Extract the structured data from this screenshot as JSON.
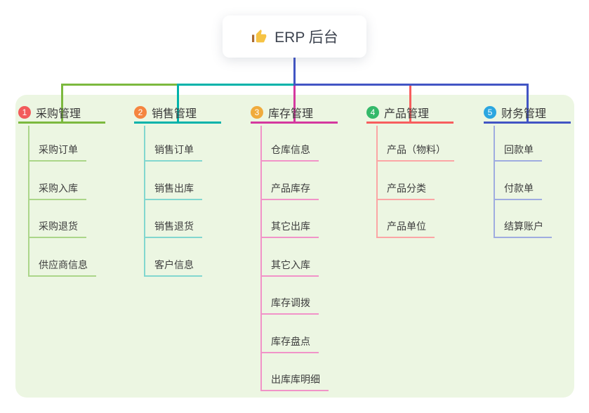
{
  "root": {
    "label": "ERP 后台",
    "icon": "thumbs-up-icon"
  },
  "colors": {
    "panel_background": "#ecf6e2",
    "root_connector": "#4255c4",
    "text": "#3a3a3a"
  },
  "branches": [
    {
      "badge": "1",
      "badge_color": "#f25b5b",
      "label": "采购管理",
      "line_color": "#7cb93e",
      "child_line_color": "#abd689",
      "children": [
        "采购订单",
        "采购入库",
        "采购退货",
        "供应商信息"
      ]
    },
    {
      "badge": "2",
      "badge_color": "#f58540",
      "label": "销售管理",
      "line_color": "#00b3aa",
      "child_line_color": "#82d7cf",
      "children": [
        "销售订单",
        "销售出库",
        "销售退货",
        "客户信息"
      ]
    },
    {
      "badge": "3",
      "badge_color": "#f0ab3c",
      "label": "库存管理",
      "line_color": "#d4399f",
      "child_line_color": "#f193c8",
      "children": [
        "仓库信息",
        "产品库存",
        "其它出库",
        "其它入库",
        "库存调拨",
        "库存盘点",
        "出库库明细"
      ]
    },
    {
      "badge": "4",
      "badge_color": "#34b96a",
      "label": "产品管理",
      "line_color": "#f75e5e",
      "child_line_color": "#fba5a5",
      "children": [
        "产品（物料）",
        "产品分类",
        "产品单位"
      ]
    },
    {
      "badge": "5",
      "badge_color": "#2ba6e0",
      "label": "财务管理",
      "line_color": "#4255c4",
      "child_line_color": "#9face0",
      "children": [
        "回款单",
        "付款单",
        "结算账户"
      ]
    }
  ]
}
